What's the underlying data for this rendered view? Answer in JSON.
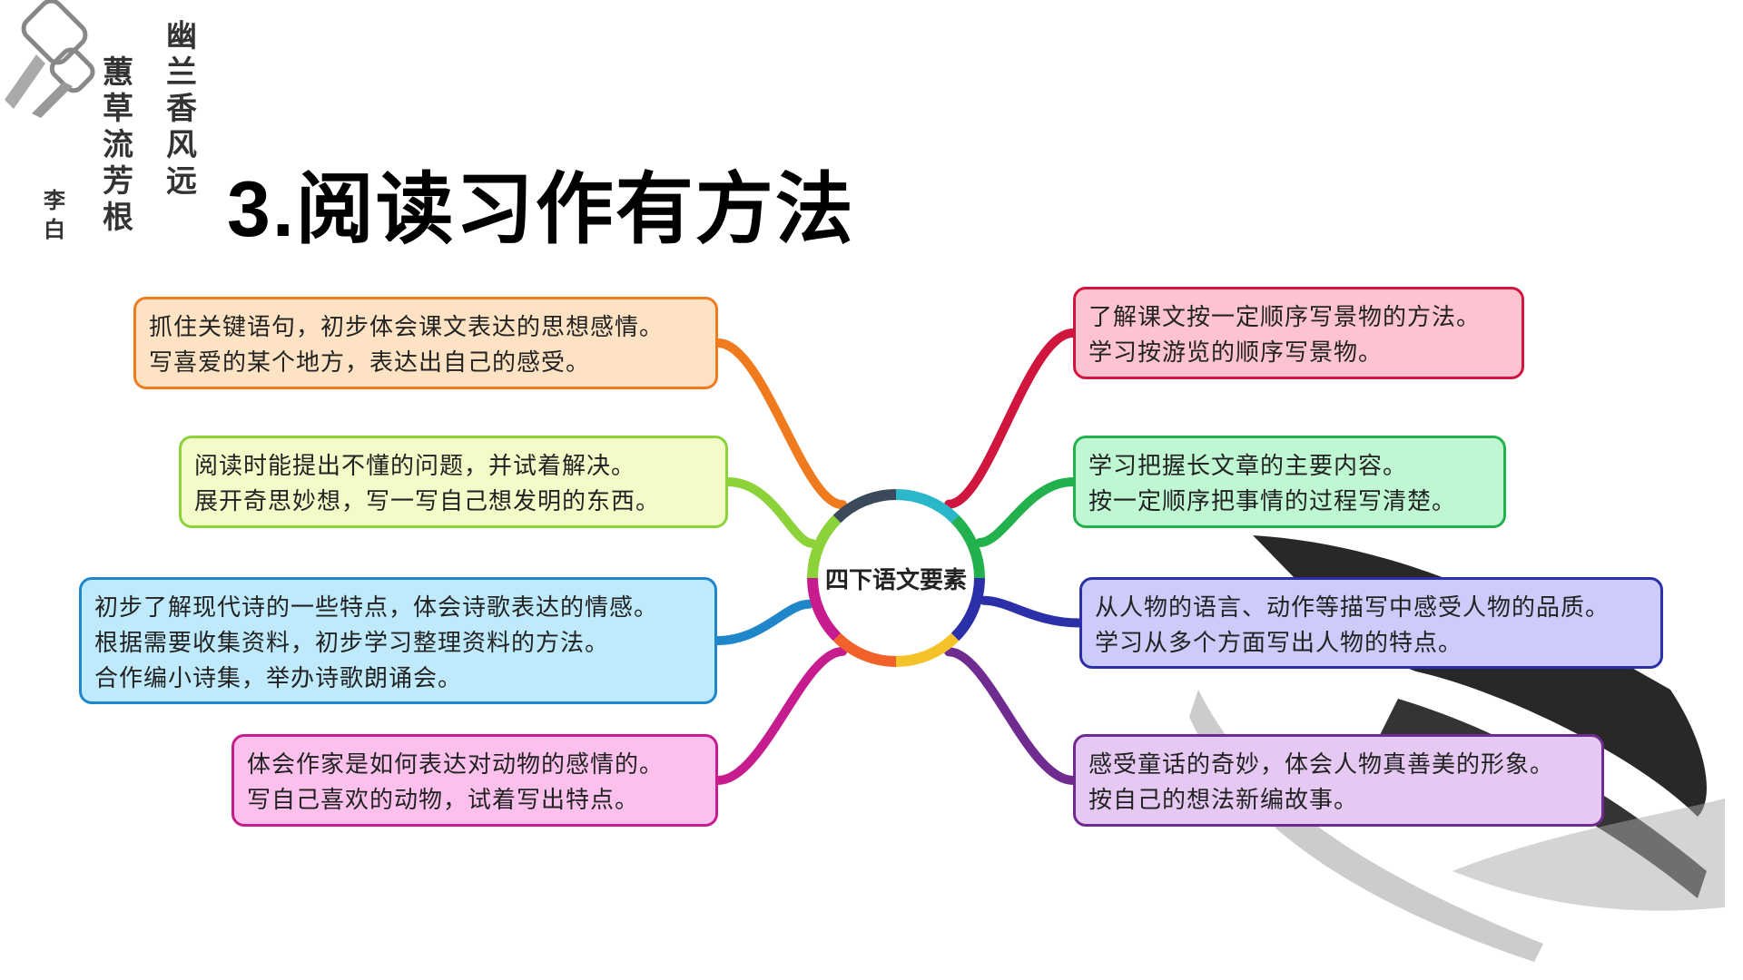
{
  "poem": {
    "col1": "幽兰香风远",
    "col2": "蕙草流芳根",
    "author": "李白"
  },
  "title": "3.阅读习作有方法",
  "center_label": "四下语文要素",
  "left_items": [
    {
      "lines": [
        "抓住关键语句，初步体会课文表达的思想感情。",
        "写喜爱的某个地方，表达出自己的感受。"
      ],
      "color": "#f07a1e",
      "bg": "#fde3c3"
    },
    {
      "lines": [
        "阅读时能提出不懂的问题，并试着解决。",
        "展开奇思妙想，写一写自己想发明的东西。"
      ],
      "color": "#8cd33a",
      "bg": "#f3fcc9"
    },
    {
      "lines": [
        "初步了解现代诗的一些特点，体会诗歌表达的情感。",
        "根据需要收集资料，初步学习整理资料的方法。",
        "合作编小诗集，举办诗歌朗诵会。"
      ],
      "color": "#1f86c9",
      "bg": "#bfeafc"
    },
    {
      "lines": [
        "体会作家是如何表达对动物的感情的。",
        "写自己喜欢的动物，试着写出特点。"
      ],
      "color": "#c71c8e",
      "bg": "#fbc1ec"
    }
  ],
  "right_items": [
    {
      "lines": [
        "了解课文按一定顺序写景物的方法。",
        "学习按游览的顺序写景物。"
      ],
      "color": "#d0163e",
      "bg": "#fdc3d1"
    },
    {
      "lines": [
        "学习把握长文章的主要内容。",
        "按一定顺序把事情的过程写清楚。"
      ],
      "color": "#22b14c",
      "bg": "#bff7d3"
    },
    {
      "lines": [
        "从人物的语言、动作等描写中感受人物的品质。",
        "学习从多个方面写出人物的特点。"
      ],
      "color": "#2b2fa8",
      "bg": "#cccbf9"
    },
    {
      "lines": [
        "感受童话的奇妙，体会人物真善美的形象。",
        "按自己的想法新编故事。"
      ],
      "color": "#6f2b8f",
      "bg": "#e6c9f2"
    }
  ]
}
